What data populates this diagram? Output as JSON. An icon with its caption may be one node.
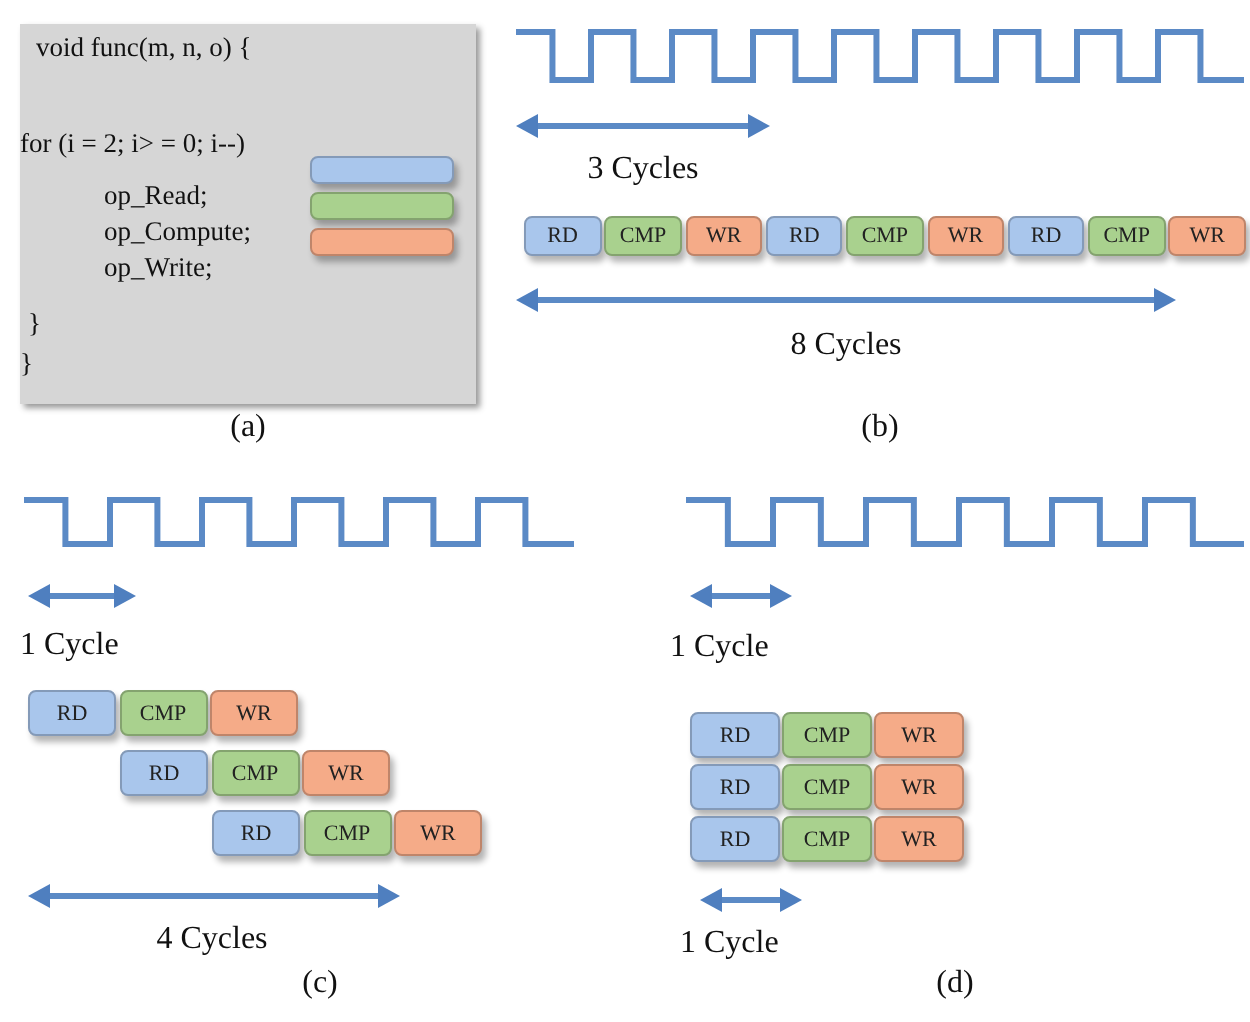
{
  "diagram": {
    "nodes": [
      {
        "text": [
          "void func(m, n, o) {",
          "for (i = 2; i> = 0; i--)",
          "op_Read;",
          "op_Compute;",
          "op_Write;",
          "}",
          "}"
        ]
      },
      {
        "text": [],
        "shape": "box",
        "in": 0
      },
      {
        "text": [],
        "shape": "box",
        "in": 0
      },
      {
        "text": [],
        "shape": "box",
        "in": 0
      },
      {
        "text": [
          "RD"
        ]
      },
      {
        "text": [
          "CMP"
        ]
      },
      {
        "text": [
          "WR"
        ]
      },
      {
        "text": [
          "RD"
        ]
      },
      {
        "text": [
          "CMP"
        ]
      },
      {
        "text": [
          "WR"
        ]
      },
      {
        "text": [
          "RD"
        ]
      },
      {
        "text": [
          "CMP"
        ]
      },
      {
        "text": [
          "WR"
        ]
      },
      {
        "text": [
          "RD"
        ]
      },
      {
        "text": [
          "CMP"
        ]
      },
      {
        "text": [
          "WR"
        ]
      },
      {
        "text": [
          "RD"
        ]
      },
      {
        "text": [
          "CMP"
        ]
      },
      {
        "text": [
          "WR"
        ]
      },
      {
        "text": [
          "RD"
        ]
      },
      {
        "text": [
          "CMP"
        ]
      },
      {
        "text": [
          "WR"
        ]
      },
      {
        "text": [
          "RD"
        ]
      },
      {
        "text": [
          "CMP"
        ]
      },
      {
        "text": [
          "WR"
        ]
      },
      {
        "text": [
          "RD"
        ]
      },
      {
        "text": [
          "CMP"
        ]
      },
      {
        "text": [
          "WR"
        ]
      },
      {
        "text": [
          "RD"
        ]
      },
      {
        "text": [
          "CMP"
        ]
      },
      {
        "text": [
          "WR"
        ]
      }
    ],
    "labels": [
      "3 Cycles",
      "8 Cycles",
      "(a)",
      "(b)",
      "1 Cycle",
      "1 Cycle",
      "4 Cycles",
      "1 Cycle",
      "(c)",
      "(d)"
    ]
  }
}
